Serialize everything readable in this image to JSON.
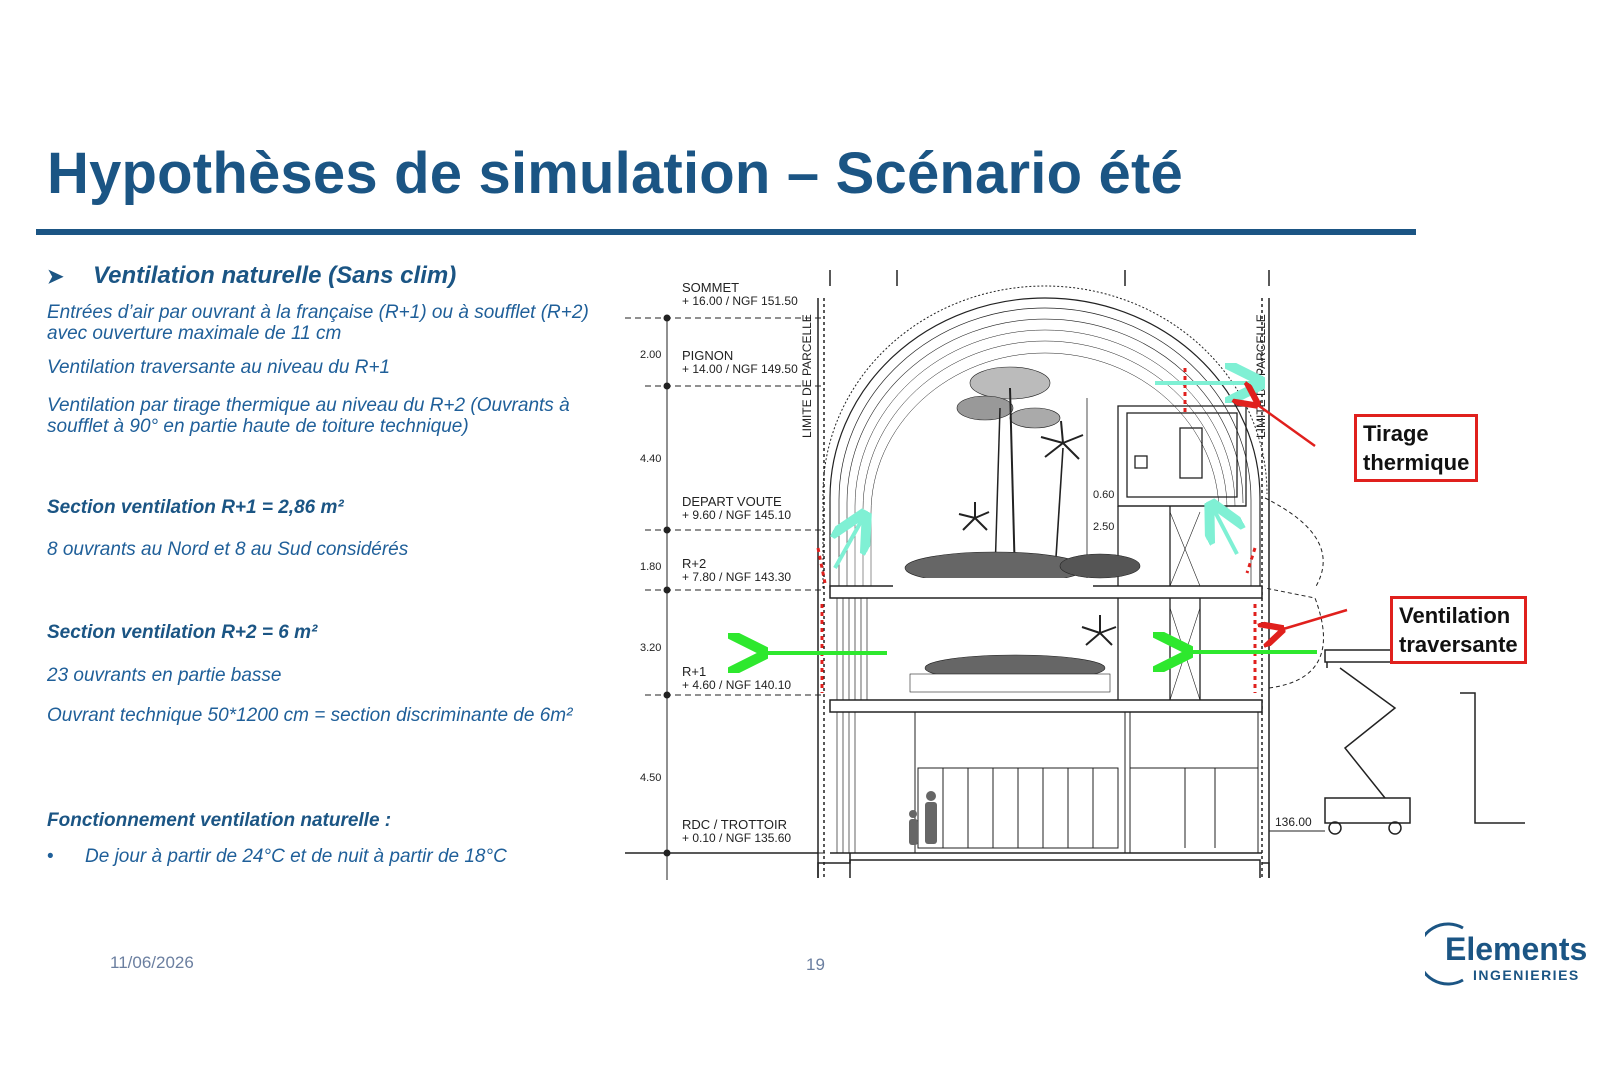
{
  "title": "Hypothèses de simulation – Scénario été",
  "section_heading": "Ventilation naturelle (Sans clim)",
  "paragraphs": {
    "p1": "Entrées d’air par ouvrant à la française (R+1) ou à soufflet (R+2) avec ouverture maximale de 11 cm",
    "p2": "Ventilation traversante au niveau du R+1",
    "p3": "Ventilation par tirage thermique au niveau du R+2 (Ouvrants à soufflet à 90° en partie haute de toiture technique)",
    "h1": "Section ventilation R+1 = 2,86 m²",
    "p4": "8 ouvrants au Nord et 8 au Sud  considérés",
    "h2": "Section ventilation R+2 = 6 m²",
    "p5": "23 ouvrants en partie basse",
    "p6": "Ouvrant technique 50*1200 cm = section discriminante de 6m²",
    "h3": "Fonctionnement ventilation naturelle :",
    "li1": "De jour à partir de 24°C et de nuit à partir de  18°C"
  },
  "drawing": {
    "levels": [
      {
        "name": "SOMMET",
        "value": "+ 16.00 / NGF 151.50"
      },
      {
        "name": "PIGNON",
        "value": "+ 14.00 / NGF 149.50"
      },
      {
        "name": "DEPART VOUTE",
        "value": "+ 9.60 / NGF 145.10"
      },
      {
        "name": "R+2",
        "value": "+ 7.80 / NGF 143.30"
      },
      {
        "name": "R+1",
        "value": "+ 4.60 / NGF 140.10"
      },
      {
        "name": "RDC / TROTTOIR",
        "value": "+ 0.10 / NGF 135.60"
      }
    ],
    "dims": [
      "2.00",
      "4.40",
      "1.80",
      "3.20",
      "4.50"
    ],
    "inner_dims": [
      "0.60",
      "2.50"
    ],
    "limit_label": "LIMITE DE PARCELLE",
    "ground_level": "136.00",
    "callout_tirage": {
      "line1": "Tirage",
      "line2": "thermique"
    },
    "callout_ventilation": {
      "line1": "Ventilation",
      "line2": "traversante"
    }
  },
  "footer": {
    "date": "11/06/2026",
    "page": "19"
  },
  "logo": {
    "name": "Elements",
    "sub": "INGENIERIES"
  },
  "colors": {
    "primary": "#1b5584",
    "text": "#1f5f99",
    "green_arrow": "#2ee82e",
    "cyan_arrow": "#7ff0d4",
    "callout_red": "#e0201d"
  }
}
